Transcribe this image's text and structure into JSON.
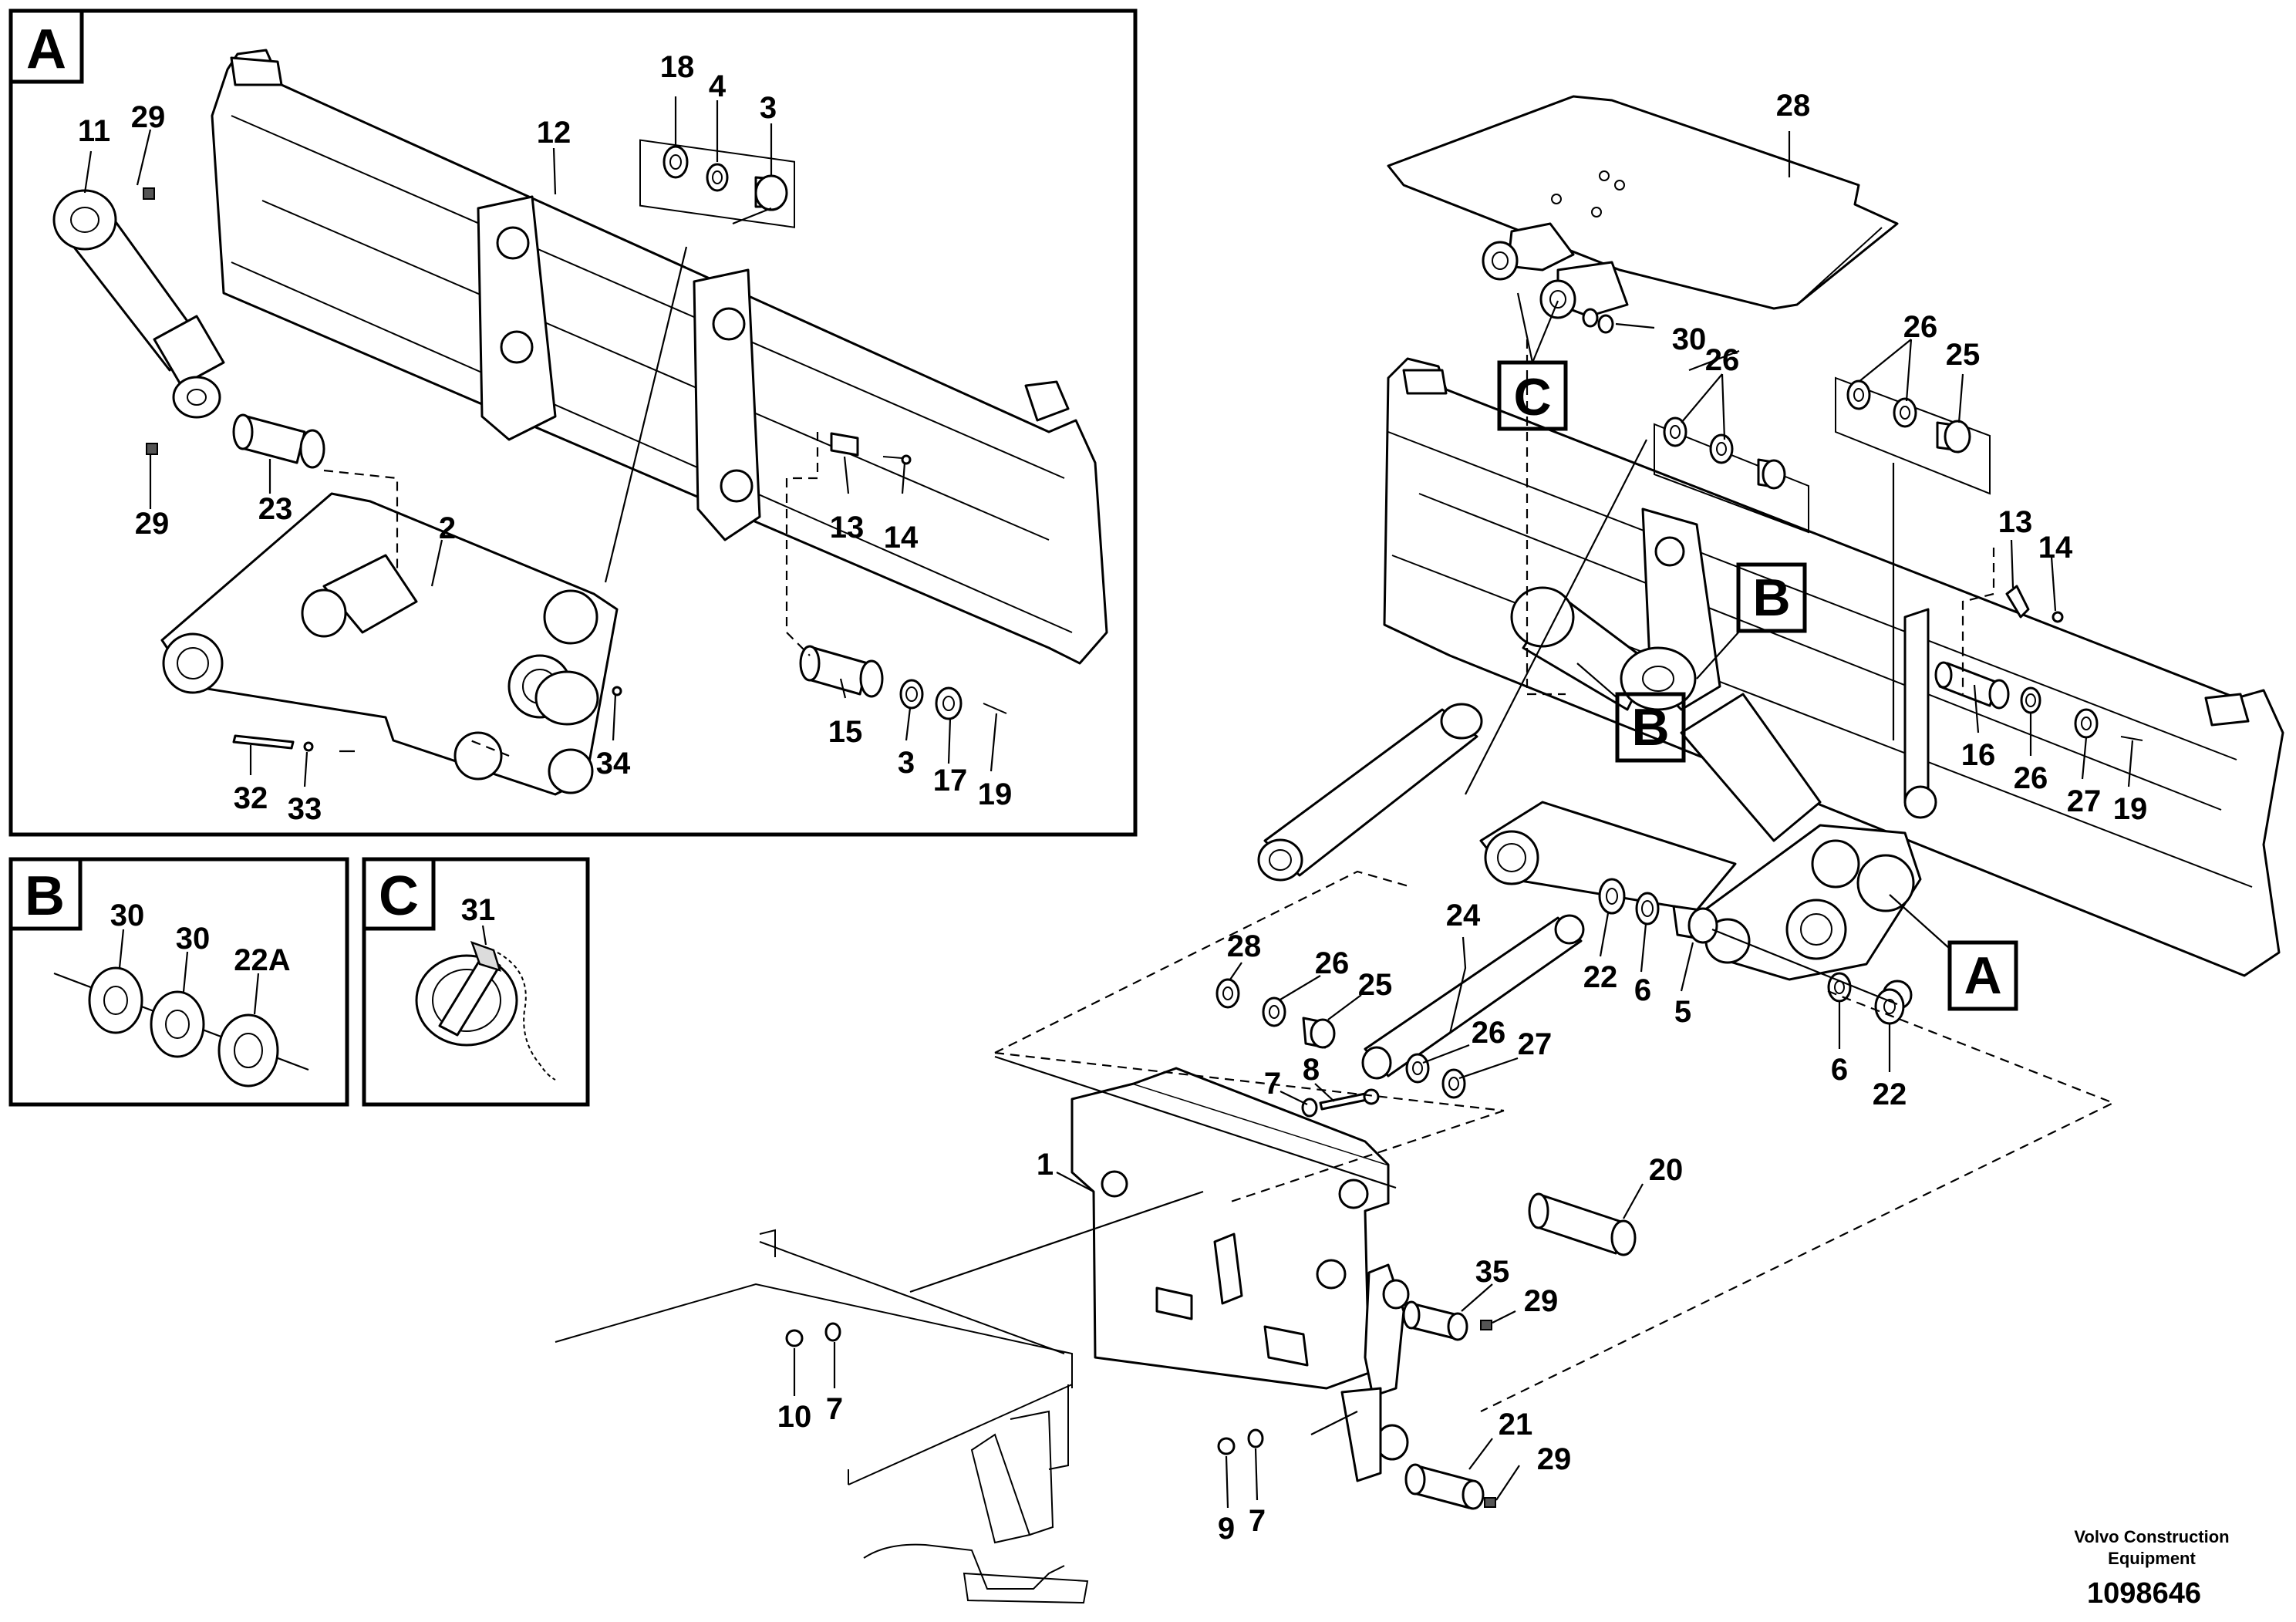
{
  "panels": {
    "main_letter": "A",
    "detail_b_letter": "B",
    "detail_c_letter": "C"
  },
  "panel_a_callouts": {
    "p11": "11",
    "p29a": "29",
    "p12": "12",
    "p18": "18",
    "p4": "4",
    "p3a": "3",
    "p29b": "29",
    "p23": "23",
    "p2": "2",
    "p13": "13",
    "p14": "14",
    "p15": "15",
    "p3b": "3",
    "p17": "17",
    "p19": "19",
    "p32": "32",
    "p33": "33",
    "p34": "34"
  },
  "panel_b_callouts": {
    "p30a": "30",
    "p30b": "30",
    "p22a": "22A"
  },
  "panel_c_callouts": {
    "p31": "31"
  },
  "main_callouts": {
    "p28a": "28",
    "p30": "30",
    "p26a": "26",
    "p26b": "26",
    "p25a": "25",
    "p13": "13",
    "p14": "14",
    "p16": "16",
    "p26c": "26",
    "p27a": "27",
    "p19": "19",
    "p24": "24",
    "p22a": "22",
    "p6a": "6",
    "p5": "5",
    "p6b": "6",
    "p22b": "22",
    "p28b": "28",
    "p26d": "26",
    "p25b": "25",
    "p26e": "26",
    "p27b": "27",
    "p7a": "7",
    "p8": "8",
    "p1": "1",
    "p20": "20",
    "p35": "35",
    "p29a": "29",
    "p10": "10",
    "p7b": "7",
    "p21": "21",
    "p29b": "29",
    "p9": "9",
    "p7c": "7"
  },
  "ref_letters": {
    "c": "C",
    "b1": "B",
    "b2": "B",
    "a": "A"
  },
  "footer": {
    "credit_line1": "Volvo Construction",
    "credit_line2": "Equipment",
    "document_number": "1098646"
  }
}
